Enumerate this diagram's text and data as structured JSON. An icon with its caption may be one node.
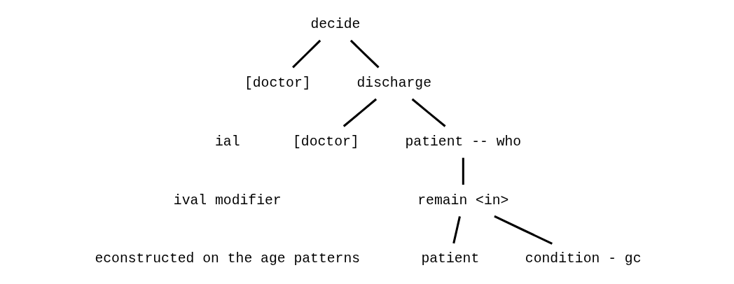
{
  "diagram": {
    "nodes": [
      {
        "text": [
          "decide"
        ]
      },
      {
        "text": [
          "[doctor]"
        ]
      },
      {
        "text": [
          "discharge"
        ]
      },
      {
        "text": [
          "[doctor]"
        ]
      },
      {
        "text": [
          "patient -- who"
        ]
      },
      {
        "text": [
          "remain <in>"
        ]
      },
      {
        "text": [
          "patient"
        ]
      },
      {
        "text": [
          "condition - gc"
        ]
      }
    ],
    "edges": [
      {
        "from": 0,
        "to": 1,
        "arrow": "none"
      },
      {
        "from": 0,
        "to": 2,
        "arrow": "none"
      },
      {
        "from": 2,
        "to": 3,
        "arrow": "none"
      },
      {
        "from": 2,
        "to": 4,
        "arrow": "none"
      },
      {
        "from": 4,
        "to": 5,
        "arrow": "none"
      },
      {
        "from": 5,
        "to": 6,
        "arrow": "none"
      },
      {
        "from": 5,
        "to": 7,
        "arrow": "none"
      }
    ],
    "labels": [
      "ial",
      "ival modifier",
      "econstructed on the age patterns"
    ]
  }
}
